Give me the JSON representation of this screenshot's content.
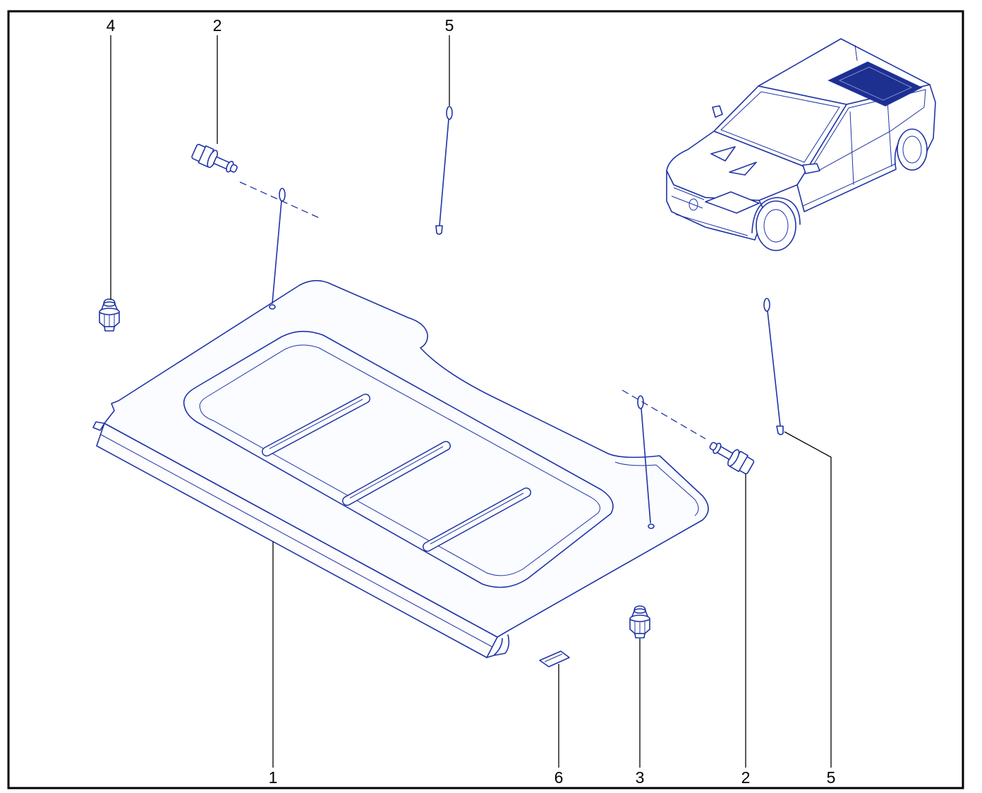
{
  "callouts": {
    "top": [
      {
        "label": "4"
      },
      {
        "label": "2"
      },
      {
        "label": "5"
      }
    ],
    "bottom": [
      {
        "label": "1"
      },
      {
        "label": "6"
      },
      {
        "label": "3"
      },
      {
        "label": "2"
      },
      {
        "label": "5"
      }
    ]
  },
  "colors": {
    "line": "#1f34a6",
    "highlight": "#1d2f8f",
    "frame": "#000000",
    "background": "#ffffff"
  }
}
